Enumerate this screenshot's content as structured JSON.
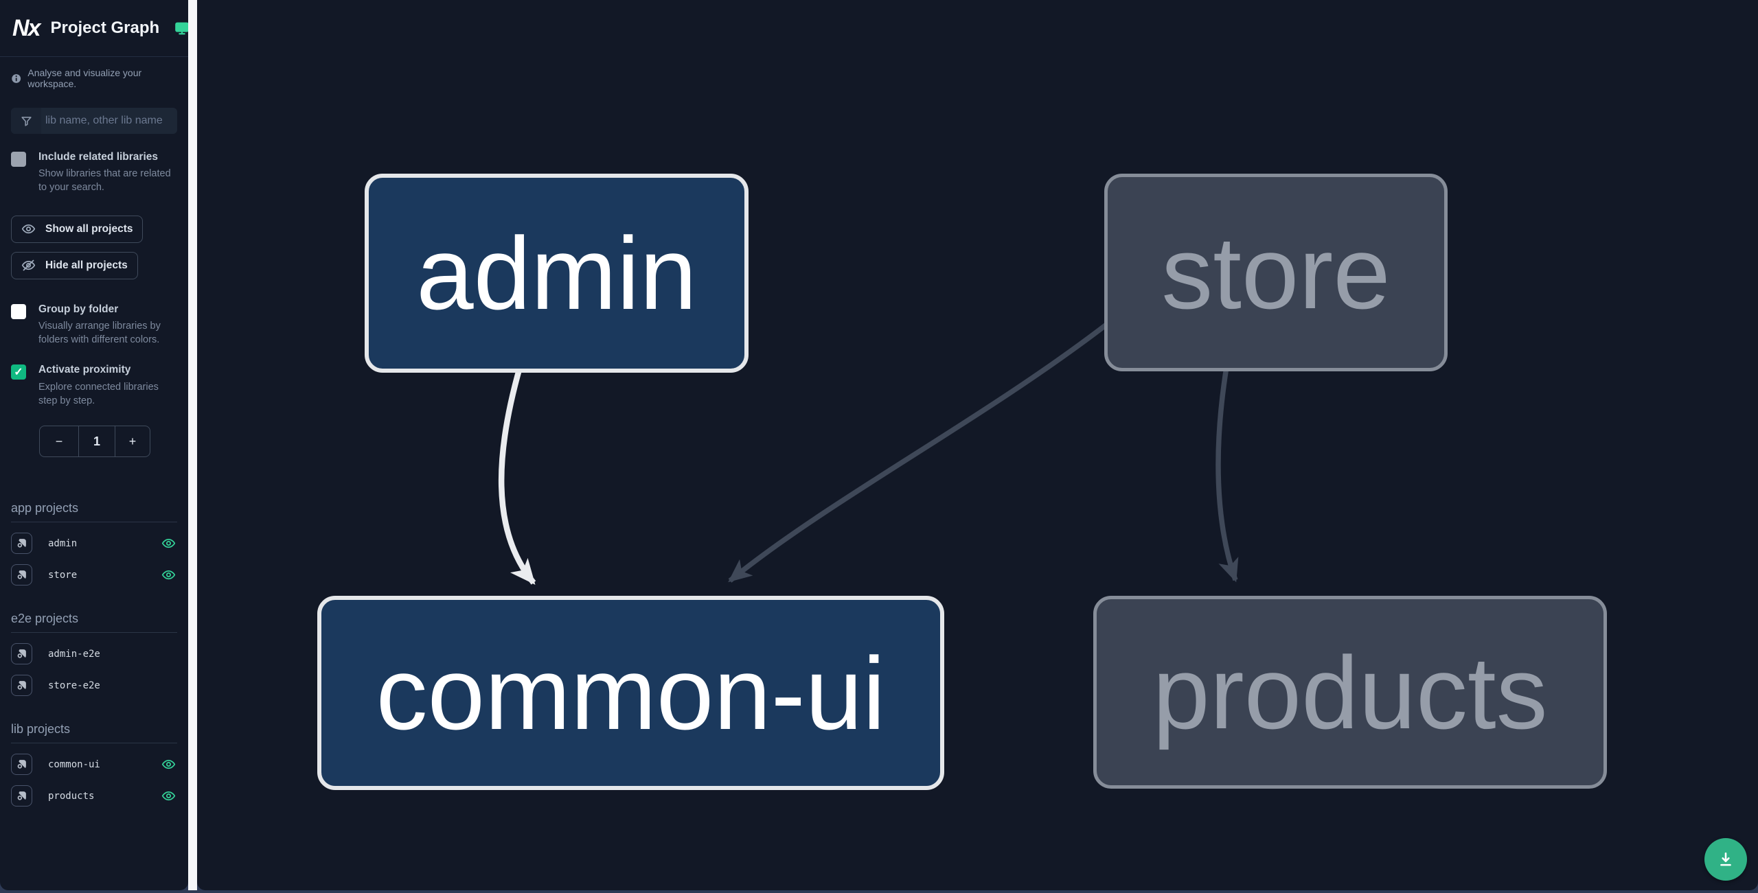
{
  "header": {
    "title": "Project Graph"
  },
  "sidebar": {
    "tagline": "Analyse and visualize your workspace.",
    "search_placeholder": "lib name, other lib name",
    "include_related": {
      "label": "Include related libraries",
      "description": "Show libraries that are related to your search.",
      "checked": false
    },
    "show_all_label": "Show all projects",
    "hide_all_label": "Hide all projects",
    "group_by_folder": {
      "label": "Group by folder",
      "description": "Visually arrange libraries by folders with different colors.",
      "checked": false
    },
    "proximity": {
      "label": "Activate proximity",
      "description": "Explore connected libraries step by step.",
      "checked": true,
      "decrement_label": "−",
      "value": "1",
      "increment_label": "+",
      "check_glyph": "✓"
    },
    "sections": [
      {
        "title": "app projects",
        "items": [
          {
            "name": "admin",
            "visible": true
          },
          {
            "name": "store",
            "visible": true
          }
        ]
      },
      {
        "title": "e2e projects",
        "items": [
          {
            "name": "admin-e2e",
            "visible": false
          },
          {
            "name": "store-e2e",
            "visible": false
          }
        ]
      },
      {
        "title": "lib projects",
        "items": [
          {
            "name": "common-ui",
            "visible": true
          },
          {
            "name": "products",
            "visible": true
          }
        ]
      }
    ]
  },
  "graph": {
    "nodes": [
      {
        "id": "admin",
        "label": "admin",
        "state": "highlighted"
      },
      {
        "id": "store",
        "label": "store",
        "state": "faded"
      },
      {
        "id": "common-ui",
        "label": "common-ui",
        "state": "highlighted"
      },
      {
        "id": "products",
        "label": "products",
        "state": "faded"
      }
    ],
    "edges": [
      {
        "from": "admin",
        "to": "common-ui",
        "state": "highlighted"
      },
      {
        "from": "store",
        "to": "common-ui",
        "state": "faded"
      },
      {
        "from": "store",
        "to": "products",
        "state": "faded"
      }
    ],
    "colors": {
      "highlight_fill": "#1b395d",
      "highlight_border": "#e5e7ea",
      "faded_fill": "#3b4353",
      "faded_border": "#868d99",
      "edge_highlight": "#eaecef",
      "edge_faded": "#3f4858",
      "accent_green": "#34d399"
    }
  },
  "fab": {
    "action": "download"
  }
}
